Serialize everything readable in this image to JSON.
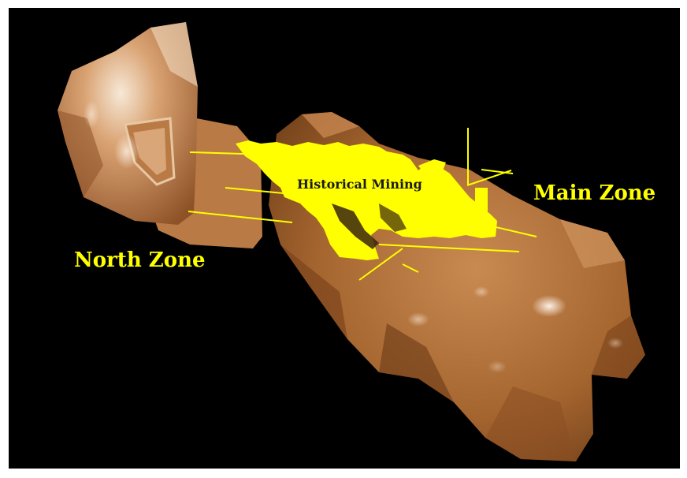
{
  "labels": {
    "north_zone": "North Zone",
    "main_zone": "Main Zone",
    "historical_mining": "Historical Mining"
  },
  "colors": {
    "background": "#000000",
    "ore_body": "#b5723c",
    "ore_highlight": "#f6e6d4",
    "ore_shadow": "#6e3e18",
    "mining": "#ffff00",
    "zone_label": "#ffff00",
    "mining_label": "#1a1a1a"
  }
}
